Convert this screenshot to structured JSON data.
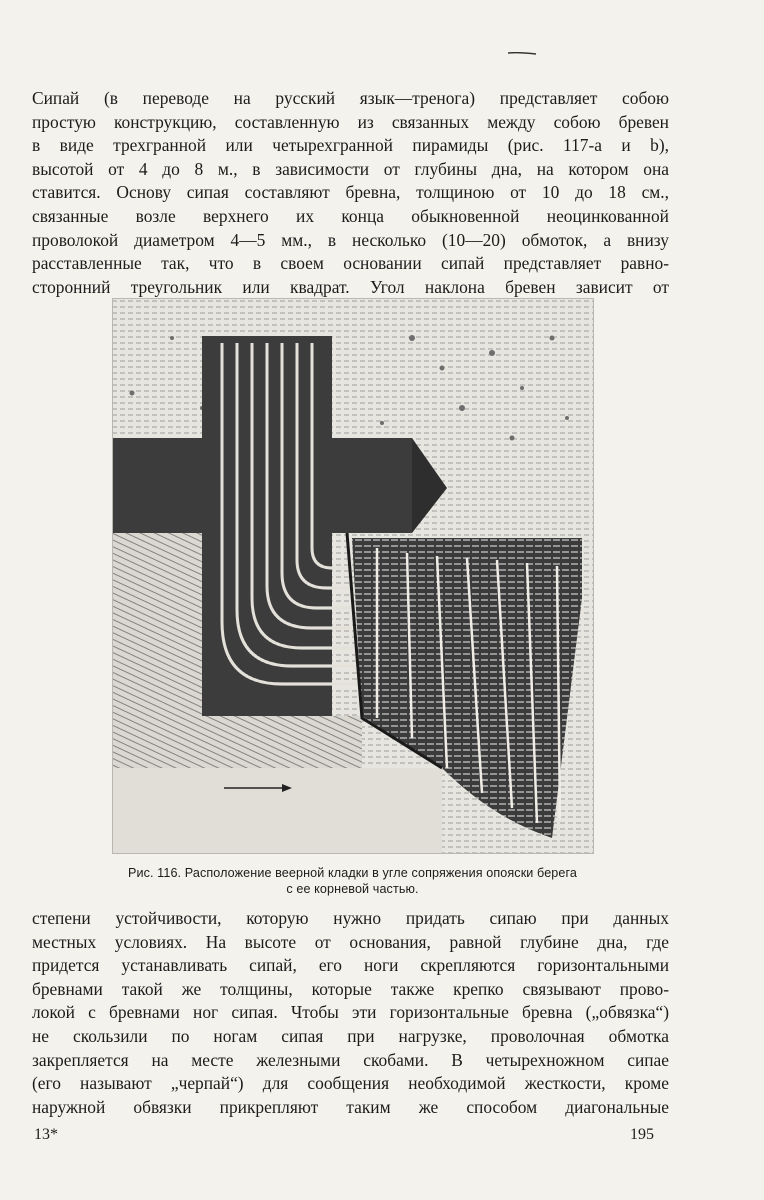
{
  "paragraph_top": [
    "Сипай (в переводе на русский язык—тренога) представляет собою",
    "простую конструкцию, составленную из связанных между собою бревен",
    "в виде трехгранной или четырехгранной пирамиды (рис. 117-a и b),",
    "высотой от 4 до 8 м., в зависимости от глубины дна, на котором она",
    "ставится. Основу сипая составляют бревна, толщиною от 10 до 18 см.,",
    "связанные возле верхнего их конца обыкновенной неоцинкованной",
    "проволокой диаметром 4—5 мм., в несколько (10—20) обмоток, а внизу",
    "расставленные так, что в своем основании сипай представляет равно-",
    "сторонний треугольник или квадрат. Угол наклона бревен зависит от"
  ],
  "figure_caption": [
    "Рис. 116. Расположение веерной кладки в угле сопряжения опояски берега",
    "с ее корневой частью."
  ],
  "paragraph_bottom": [
    "степени устойчивости, которую нужно придать сипаю при данных",
    "местных условиях. На высоте от основания, равной глубине дна, где",
    "придется устанавливать сипай, его ноги скрепляются горизонтальными",
    "бревнами такой же толщины, которые также крепко связывают прово-",
    "локой с бревнами ног сипая. Чтобы эти горизонтальные бревна („обвязка“)",
    "не скользили по ногам сипая при нагрузке, проволочная обмотка",
    "закрепляется на месте железными скобами. В четырехножном сипае",
    "(его называют „черпай“) для сообщения необходимой жесткости, кроме",
    "наружной обвязки прикрепляют таким же способом диагональные"
  ],
  "footer": {
    "signature": "13*",
    "page_number": "195"
  }
}
